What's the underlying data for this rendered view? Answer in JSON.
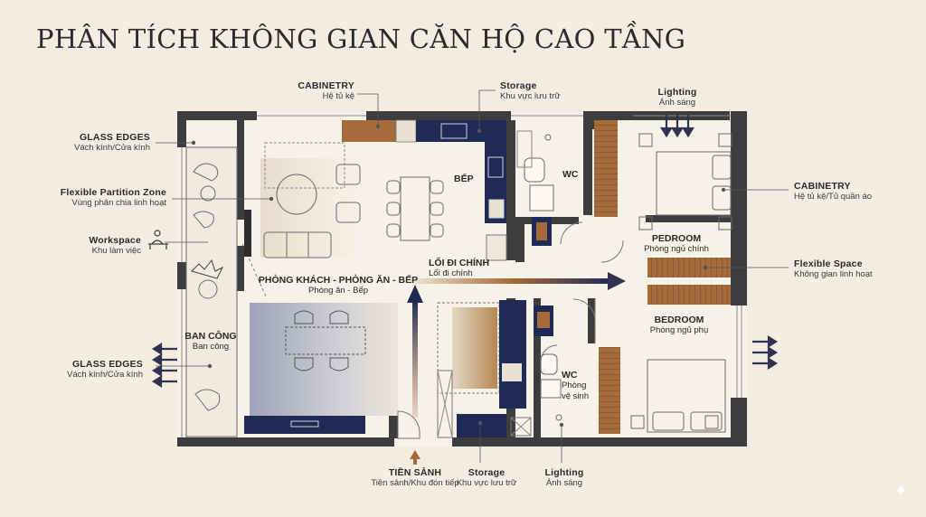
{
  "title": "PHÂN TÍCH KHÔNG GIAN CĂN HỘ CAO TẦNG",
  "colors": {
    "wall": "#3d3d3f",
    "navy": "#1f2b55",
    "wood": "#a66b3a",
    "background": "#f3ede1",
    "line": "#555555"
  },
  "callouts": {
    "glass_edges_top": {
      "heading": "GLASS EDGES",
      "sub": "Vách kính/Cửa kính"
    },
    "flexible_partition": {
      "heading": "Flexible Partition Zone",
      "sub": "Vùng phân chia linh hoạt"
    },
    "workspace": {
      "heading": "Workspace",
      "sub": "Khu làm việc",
      "icon": "desk-person-icon"
    },
    "glass_edges_bottom": {
      "heading": "GLASS EDGES",
      "sub": "Vách kính/Cửa kính"
    },
    "cabinetry_top": {
      "heading": "CABINETRY",
      "sub": "Hệ tủ kệ"
    },
    "storage_top": {
      "heading": "Storage",
      "sub": "Khu vực lưu trữ"
    },
    "lighting_top": {
      "heading": "Lighting",
      "sub": "Ánh sáng"
    },
    "cabinetry_right": {
      "heading": "CABINETRY",
      "sub": "Hệ tủ kệ/Tủ quần áo"
    },
    "flexible_space": {
      "heading": "Flexible Space",
      "sub": "Không gian linh hoạt"
    },
    "entrance": {
      "heading": "TIỀN SẢNH",
      "sub": "Tiền sảnh/Khu đón tiếp"
    },
    "storage_bottom": {
      "heading": "Storage",
      "sub": "Khu vực lưu trữ"
    },
    "lighting_bottom": {
      "heading": "Lighting",
      "sub": "Ánh sáng"
    }
  },
  "rooms": {
    "kitchen": "BẾP",
    "wc_top": "WC",
    "main_bedroom": {
      "heading": "PEDROOM",
      "sub": "Phòng ngủ chính"
    },
    "corridor": {
      "heading": "LỐI ĐI CHÍNH",
      "sub": "Lối đi chính"
    },
    "living": {
      "heading": "PHÒNG KHÁCH - PHÒNG ĂN - BẾP",
      "sub": "Phòng ăn - Bếp"
    },
    "balcony": {
      "heading": "BAN CÔNG",
      "sub": "Ban công"
    },
    "bedroom2": {
      "heading": "BEDROOM",
      "sub": "Phòng ngủ phụ"
    },
    "wc_bottom": {
      "heading": "WC",
      "sub1": "Phòng",
      "sub2": "vệ sinh"
    }
  }
}
